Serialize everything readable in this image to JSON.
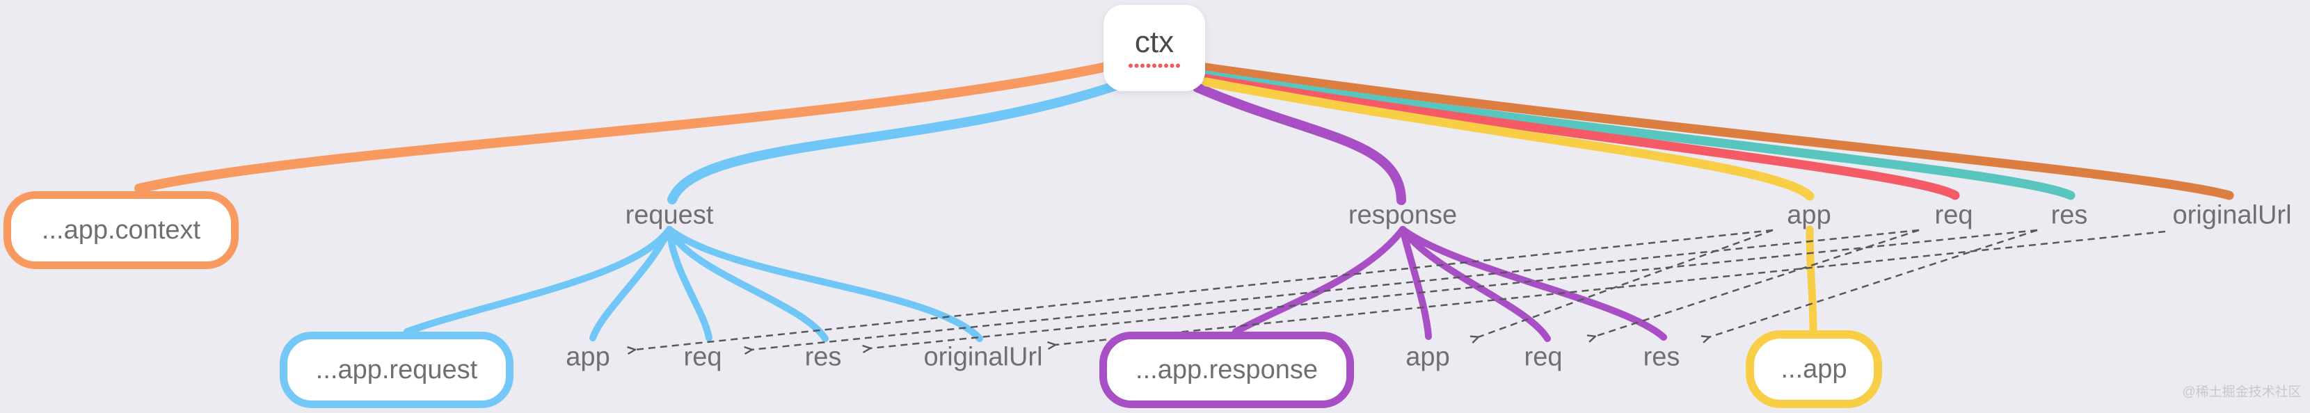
{
  "canvas": {
    "background": "#ECEBF1"
  },
  "root": {
    "label": "ctx",
    "underline_color": "#F15B5B"
  },
  "level1": {
    "app_context": {
      "label": "...app.context",
      "color": "#F89A5F"
    },
    "request": {
      "label": "request",
      "color": "#70C6F7"
    },
    "response": {
      "label": "response",
      "color": "#A94FC5"
    },
    "app": {
      "label": "app",
      "color": "#F8CE46"
    },
    "req": {
      "label": "req",
      "color": "#F45B66"
    },
    "res": {
      "label": "res",
      "color": "#58C5BE"
    },
    "originalUrl": {
      "label": "originalUrl",
      "color": "#DC7E41"
    }
  },
  "request_children": {
    "app_request": {
      "label": "...app.request"
    },
    "app": {
      "label": "app"
    },
    "req": {
      "label": "req"
    },
    "res": {
      "label": "res"
    },
    "originalUrl": {
      "label": "originalUrl"
    }
  },
  "response_children": {
    "app_response": {
      "label": "...app.response"
    },
    "app": {
      "label": "app"
    },
    "req": {
      "label": "req"
    },
    "res": {
      "label": "res"
    }
  },
  "app_children": {
    "app_box": {
      "label": "...app"
    }
  },
  "arrows": {
    "color": "#58585A",
    "style": "dashed",
    "direction": "right-labels-to-left-duplicates"
  },
  "watermark": {
    "text": "@稀土掘金技术社区"
  }
}
